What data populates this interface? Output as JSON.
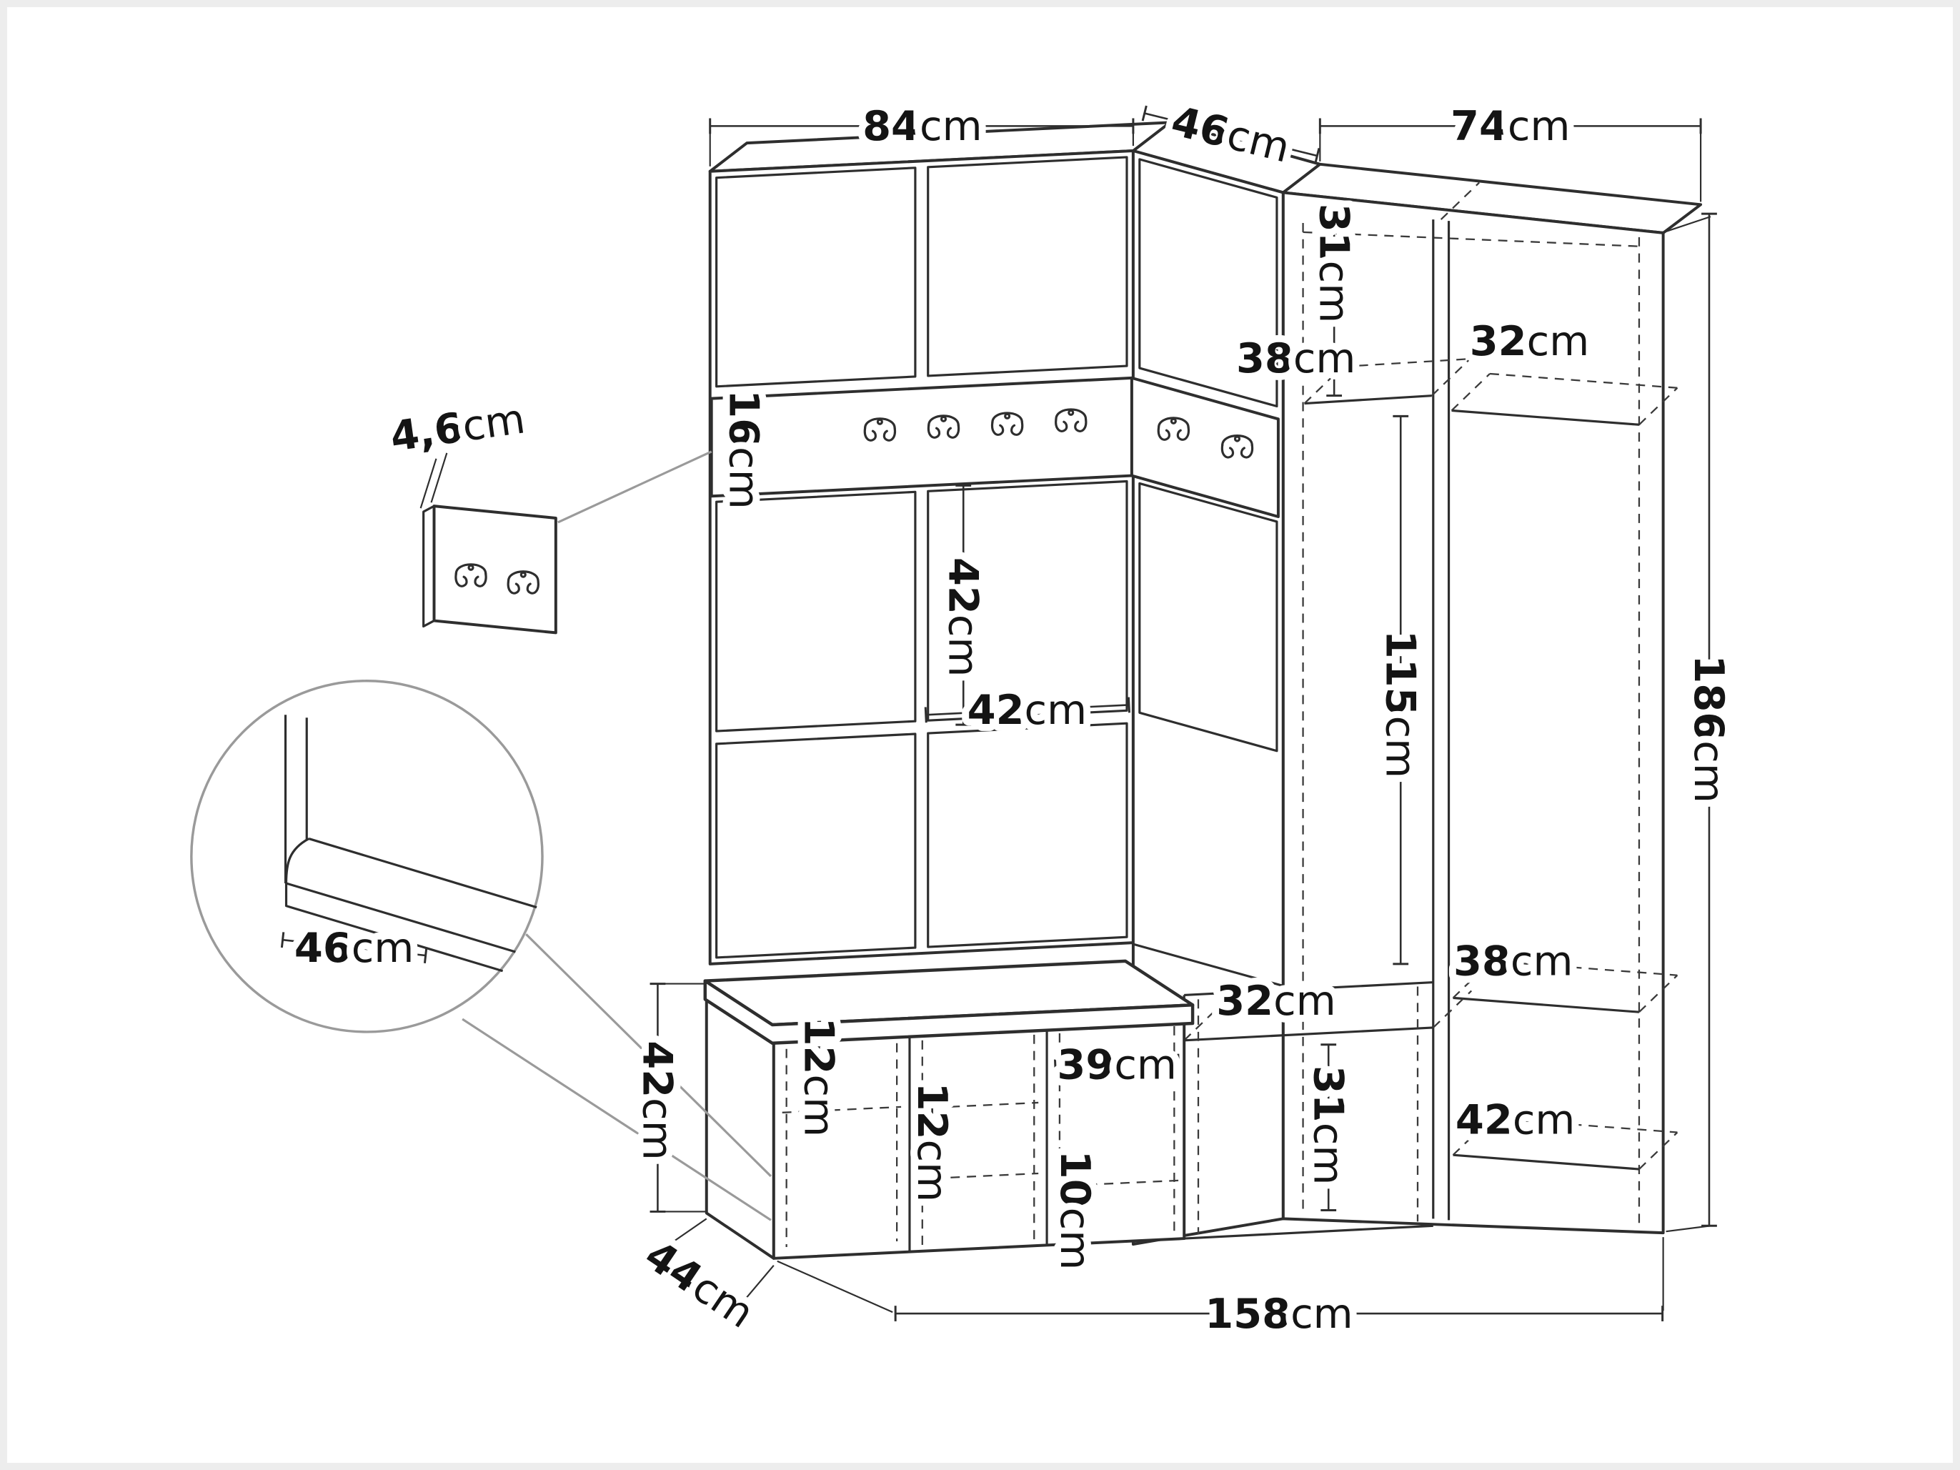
{
  "colors": {
    "line": "#2e2e2e",
    "label_text": "#141414",
    "leader_gray": "#9a9a9a",
    "background": "#ffffff"
  },
  "hook_rail": {
    "hooks": 6
  },
  "hook_panel_detail": {
    "hooks": 2
  },
  "dimensions": {
    "top_width_left": {
      "value": "84",
      "unit": "cm"
    },
    "top_width_corner": {
      "value": "46",
      "unit": "cm"
    },
    "top_width_right": {
      "value": "74",
      "unit": "cm"
    },
    "upper_shelf_height": {
      "value": "31",
      "unit": "cm"
    },
    "upper_shelf_depth": {
      "value": "38",
      "unit": "cm"
    },
    "upper_shelf_right_depth": {
      "value": "32",
      "unit": "cm"
    },
    "hook_rail_height": {
      "value": "16",
      "unit": "cm"
    },
    "panel_tile_height": {
      "value": "42",
      "unit": "cm"
    },
    "panel_tile_width": {
      "value": "42",
      "unit": "cm"
    },
    "hanging_space_height": {
      "value": "115",
      "unit": "cm"
    },
    "total_height": {
      "value": "186",
      "unit": "cm"
    },
    "panel_thickness": {
      "value": "4,6",
      "unit": "cm"
    },
    "seat_depth": {
      "value": "46",
      "unit": "cm"
    },
    "bench_height": {
      "value": "42",
      "unit": "cm"
    },
    "bench_depth": {
      "value": "44",
      "unit": "cm"
    },
    "bench_shelf_left": {
      "value": "12",
      "unit": "cm"
    },
    "bench_shelf_mid": {
      "value": "12",
      "unit": "cm"
    },
    "bench_compartment_width": {
      "value": "39",
      "unit": "cm"
    },
    "bench_shelf_right": {
      "value": "10",
      "unit": "cm"
    },
    "cubby_width": {
      "value": "32",
      "unit": "cm"
    },
    "cubby_height": {
      "value": "31",
      "unit": "cm"
    },
    "lower_shelf_depth_a": {
      "value": "38",
      "unit": "cm"
    },
    "lower_shelf_depth_b": {
      "value": "42",
      "unit": "cm"
    },
    "total_width": {
      "value": "158",
      "unit": "cm"
    }
  }
}
